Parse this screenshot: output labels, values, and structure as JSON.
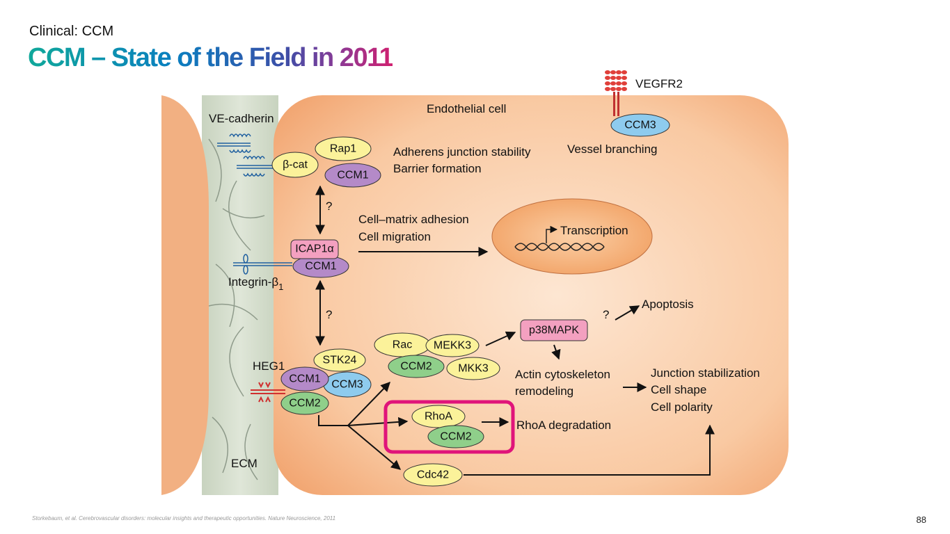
{
  "slide": {
    "kicker": "Clinical: CCM",
    "title": "CCM – State of the Field in 2011",
    "citation": "Storkebaum, et al. Cerebrovascular disorders: molecular insights and therapeutic opportunities. Nature Neuroscience, 2011",
    "page_number": "88"
  },
  "diagram": {
    "cell_label": "Endothelial cell",
    "ecm_label": "ECM",
    "ve_cadherin": "VE-cadherin",
    "integrin": "Integrin-β",
    "integrin_sub": "1",
    "heg1": "HEG1",
    "vegfr2": "VEGFR2",
    "proteins": {
      "rap1": "Rap1",
      "bcat": "β-cat",
      "ccm1_a": "CCM1",
      "icap1a": "ICAP1α",
      "ccm1_b": "CCM1",
      "stk24": "STK24",
      "ccm1_c": "CCM1",
      "ccm3_a": "CCM3",
      "ccm2_a": "CCM2",
      "ccm3_vegf": "CCM3",
      "rac": "Rac",
      "mekk3": "MEKK3",
      "ccm2_b": "CCM2",
      "mkk3": "MKK3",
      "p38mapk": "p38MAPK",
      "rhoa": "RhoA",
      "ccm2_c": "CCM2",
      "cdc42": "Cdc42"
    },
    "labels": {
      "adherens": "Adherens junction stability",
      "barrier": "Barrier formation",
      "vessel_branching": "Vessel branching",
      "cell_matrix": "Cell–matrix adhesion",
      "cell_migration": "Cell migration",
      "transcription": "Transcription",
      "q1": "?",
      "q2": "?",
      "q3": "?",
      "apoptosis": "Apoptosis",
      "actin1": "Actin cytoskeleton",
      "actin2": "remodeling",
      "junction1": "Junction stabilization",
      "junction2": "Cell shape",
      "junction3": "Cell polarity",
      "rhoa_deg": "RhoA degradation"
    },
    "colors": {
      "highlight": "#e0147a",
      "yellow": "#fbf29a",
      "purple": "#b48ac8",
      "blue": "#8ecbee",
      "green": "#8fcf8a",
      "pink": "#f3a0c0"
    }
  }
}
